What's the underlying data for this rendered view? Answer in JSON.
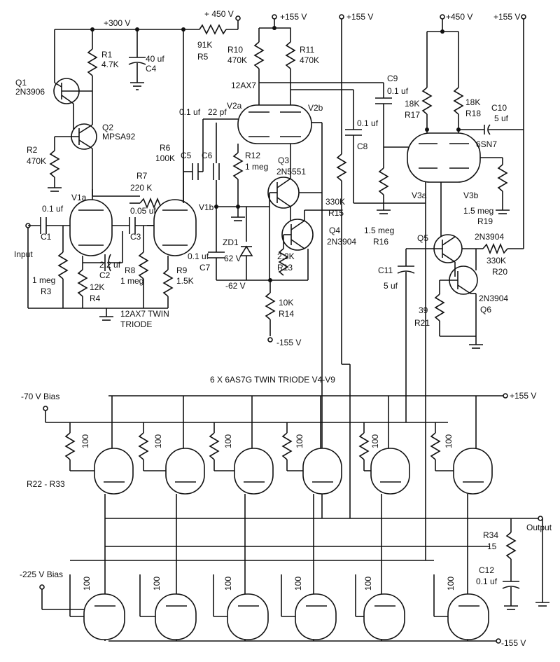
{
  "rails": {
    "v300": "+300 V",
    "v450a": "+ 450 V",
    "v155a": "+155 V",
    "v155b": "+155 V",
    "v450b": "+450 V",
    "v155c": "+155 V",
    "v155out": "+155 V",
    "neg155a": "-155 V",
    "neg155b": "-155 V",
    "neg62": "-62 V",
    "bias70": "-70 V Bias",
    "bias225": "-225 V Bias"
  },
  "labels": {
    "input": "Input",
    "output": "Output",
    "twin_triode": "12AX7 TWIN",
    "twin_triode_2": "TRIODE",
    "tube_12ax7": "12AX7",
    "tube_6sn7": "6SN7",
    "output_stage": "6 X 6AS7G TWIN TRIODE   V4-V9",
    "r22_33": "R22 - R33",
    "r100": "100"
  },
  "components": {
    "R1": [
      "R1",
      "4.7K"
    ],
    "C4": [
      "40 uf",
      "C4"
    ],
    "Q1": [
      "Q1",
      "2N3906"
    ],
    "Q2": [
      "Q2",
      "MPSA92"
    ],
    "R2": [
      "R2",
      "470K"
    ],
    "R5": [
      "91K",
      "R5"
    ],
    "R10": [
      "R10",
      "470K"
    ],
    "R11": [
      "R11",
      "470K"
    ],
    "V2a": "V2a",
    "V2b": "V2b",
    "V1a": "V1a",
    "V1b": "V1b",
    "V3a": "V3a",
    "V3b": "V3b",
    "C5": "C5",
    "C6": "C6",
    "C5v": "0.1 uf",
    "C6v": "22 pf",
    "R6": [
      "R6",
      "100K"
    ],
    "R7": [
      "R7",
      "220 K"
    ],
    "R12": [
      "R12",
      "1 meg"
    ],
    "Q3": [
      "Q3",
      "2N5551"
    ],
    "Q4": [
      "Q4",
      "2N3904"
    ],
    "R15": [
      "330K",
      "R15"
    ],
    "C9": [
      "C9",
      "0.1 uf"
    ],
    "C8": [
      "0.1 uf",
      "C8"
    ],
    "R17": [
      "18K",
      "R17"
    ],
    "R18": [
      "18K",
      "R18"
    ],
    "C10": [
      "C10",
      "5 uf"
    ],
    "C1": [
      "0.1 uf",
      "C1"
    ],
    "C3": [
      "0.05 uf",
      "C3"
    ],
    "C2": [
      "2.2 uf",
      "C2"
    ],
    "R3": [
      "1 meg",
      "R3"
    ],
    "R4": [
      "12K",
      "R4"
    ],
    "R8": [
      "R8",
      "1 meg"
    ],
    "R9": [
      "R9",
      "1.5K"
    ],
    "C7": [
      "0.1 uf",
      "C7"
    ],
    "ZD1": [
      "ZD1",
      "62 V"
    ],
    "R13": [
      "2.2K",
      "R13"
    ],
    "R14": [
      "10K",
      "R14"
    ],
    "R16": [
      "1.5 meg",
      "R16"
    ],
    "R19": [
      "1.5 meg",
      "R19"
    ],
    "Q5": [
      "Q5",
      "2N3904"
    ],
    "R20": [
      "330K",
      "R20"
    ],
    "C11": [
      "C11",
      "5 uf"
    ],
    "R21": [
      "39",
      "R21"
    ],
    "Q6": [
      "2N3904",
      "Q6"
    ],
    "R34": [
      "R34",
      "15"
    ],
    "C12": [
      "C12",
      "0.1 uf"
    ]
  }
}
